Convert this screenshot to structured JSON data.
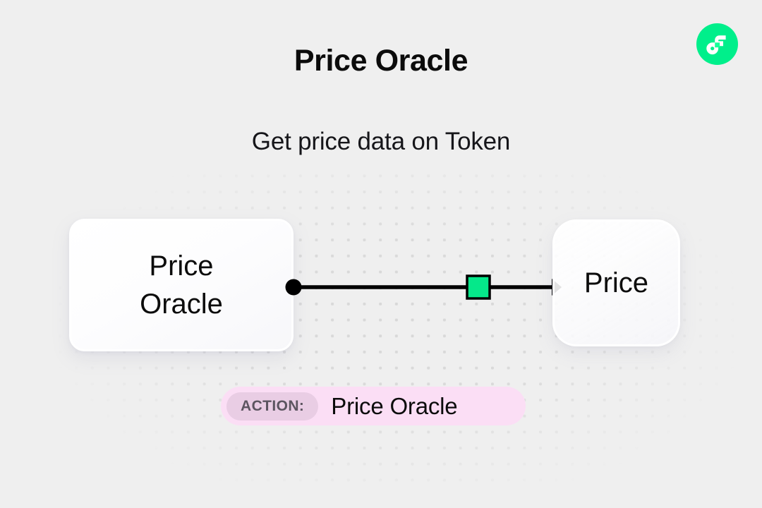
{
  "header": {
    "title": "Price Oracle",
    "subtitle": "Get price data on Token",
    "logo_icon": "flow-logo-icon",
    "logo_color": "#00ef8b"
  },
  "diagram": {
    "source_node": {
      "label": "Price\nOracle",
      "label_line1": "Price",
      "label_line2": "Oracle",
      "handle_icon": "connector-dot-icon"
    },
    "edge": {
      "marker_icon": "green-square-marker-icon",
      "marker_color": "#05e88a",
      "arrow_icon": "arrow-head-icon",
      "line_color": "#000000"
    },
    "target_node": {
      "label": "Price"
    }
  },
  "action": {
    "tag_label": "ACTION:",
    "value": "Price Oracle",
    "pill_color": "#fbdef5",
    "tag_color": "#e9cde4"
  }
}
